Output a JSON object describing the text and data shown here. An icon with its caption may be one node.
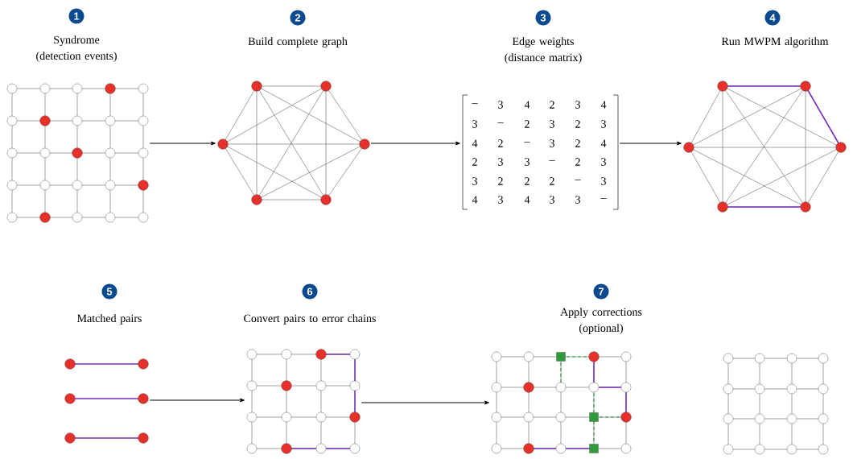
{
  "diagram": {
    "nodes": [
      {
        "text": [
          "1",
          "Syndrome (detection events)"
        ]
      },
      {
        "text": [
          "2",
          "Build complete graph"
        ]
      },
      {
        "text": [
          "3",
          "Edge weights (distance matrix)"
        ]
      },
      {
        "text": [
          "4",
          "Run MWPM algorithm"
        ]
      },
      {
        "text": [
          "5",
          "Matched pairs"
        ]
      },
      {
        "text": [
          "6",
          "Convert pairs to error chains"
        ]
      },
      {
        "text": [
          "7",
          "Apply corrections (optional)"
        ]
      },
      {
        "text": [],
        "shape": "grid"
      }
    ],
    "edges": [
      {
        "from": 0,
        "to": 1,
        "arrow": "to"
      },
      {
        "from": 1,
        "to": 2,
        "arrow": "to"
      },
      {
        "from": 2,
        "to": 3,
        "arrow": "to"
      },
      {
        "from": 4,
        "to": 5,
        "arrow": "to"
      },
      {
        "from": 5,
        "to": 6,
        "arrow": "to"
      }
    ],
    "labels": [
      "–",
      "3",
      "4",
      "2",
      "3",
      "4",
      "3",
      "–",
      "2",
      "3",
      "2",
      "3",
      "4",
      "2",
      "–",
      "3",
      "2",
      "4",
      "2",
      "3",
      "3",
      "–",
      "2",
      "3",
      "3",
      "2",
      "2",
      "2",
      "–",
      "3",
      "4",
      "3",
      "4",
      "3",
      "3",
      "–"
    ]
  }
}
